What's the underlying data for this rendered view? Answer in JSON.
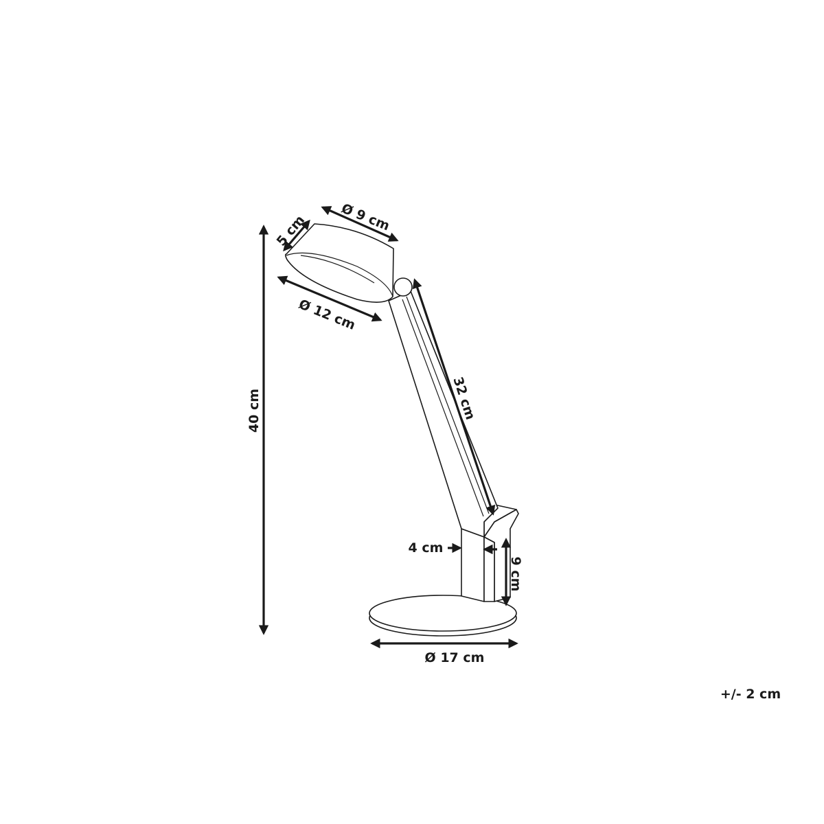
{
  "dimensions": {
    "total_height": "40 cm",
    "shade_height": "5 cm",
    "shade_top_diameter": "Ø 9 cm",
    "shade_bottom_diameter": "Ø 12 cm",
    "arm_length": "32 cm",
    "column_width": "4 cm",
    "column_height": "9 cm",
    "base_diameter": "Ø 17 cm"
  },
  "tolerance": "+/- 2 cm",
  "colors": {
    "line": "#1a1a1a",
    "background": "#ffffff"
  }
}
